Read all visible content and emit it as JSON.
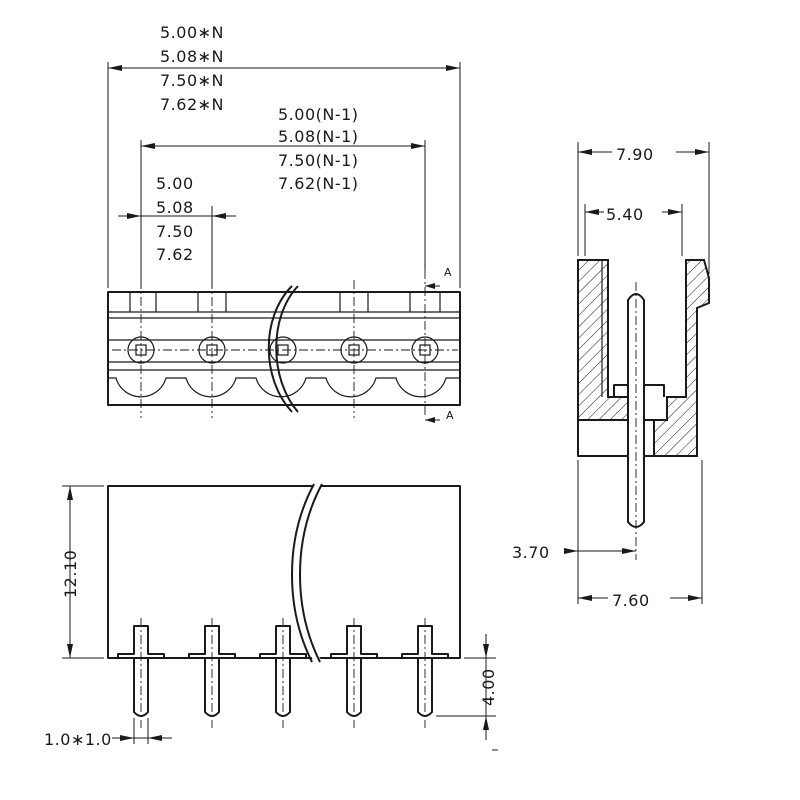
{
  "top_view": {
    "overall_pitch_lines": [
      "5.00∗N",
      "5.08∗N",
      "7.50∗N",
      "7.62∗N"
    ],
    "span_pitch_lines": [
      "5.00(N-1)",
      "5.08(N-1)",
      "7.50(N-1)",
      "7.62(N-1)"
    ],
    "single_pitch_lines": [
      "5.00",
      "5.08",
      "7.50",
      "7.62"
    ],
    "section_mark_top": "A",
    "section_mark_bottom": "A"
  },
  "front_view": {
    "height": "12.10",
    "pin_length": "4.00",
    "pin_section": "1.0∗1.0"
  },
  "side_view": {
    "top_width": "7.90",
    "inner_width": "5.40",
    "pin_offset": "3.70",
    "base_width": "7.60"
  },
  "colors": {
    "line": "#1a1a1a",
    "background": "#ffffff"
  }
}
